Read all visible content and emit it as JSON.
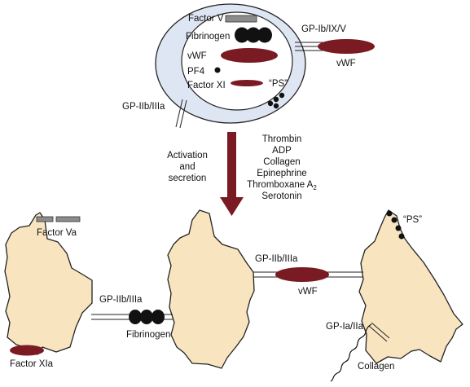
{
  "colors": {
    "platelet_fill": "#f9e4c0",
    "resting_platelet_fill": "#dfe6f3",
    "receptor_fill": "#7a1a22",
    "fibrinogen_fill": "#111111",
    "factor_v_fill": "#8c8c8c",
    "outline": "#222222"
  },
  "resting_platelet": {
    "factor_v": "Factor V",
    "fibrinogen": "Fibrinogen",
    "vwf": "vWF",
    "pf4": "PF4",
    "factor_xi": "Factor XI",
    "ps": "“PS”",
    "gp_iib_iiia": "GP-IIb/IIIa",
    "gp_ib_ix_v": "GP-Ib/IX/V",
    "vwf_external": "vWF"
  },
  "transition": {
    "activation_lines": [
      "Activation",
      "and",
      "secretion"
    ],
    "agonists": {
      "thrombin": "Thrombin",
      "adp": "ADP",
      "collagen": "Collagen",
      "epinephrine": "Epinephrine",
      "thromboxane_base": "Thromboxane A",
      "thromboxane_sub": "2",
      "serotonin": "Serotonin"
    }
  },
  "activated": {
    "factor_va": "Factor Va",
    "factor_xia": "Factor XIa",
    "gp_iib_iiia_left": "GP-IIb/IIIa",
    "fibrinogen": "Fibrinogen",
    "gp_iib_iiia_right": "GP-IIb/IIIa",
    "vwf": "vWF",
    "ps": "“PS”",
    "gp_ia_iia": "GP-Ia/IIa",
    "collagen": "Collagen"
  }
}
